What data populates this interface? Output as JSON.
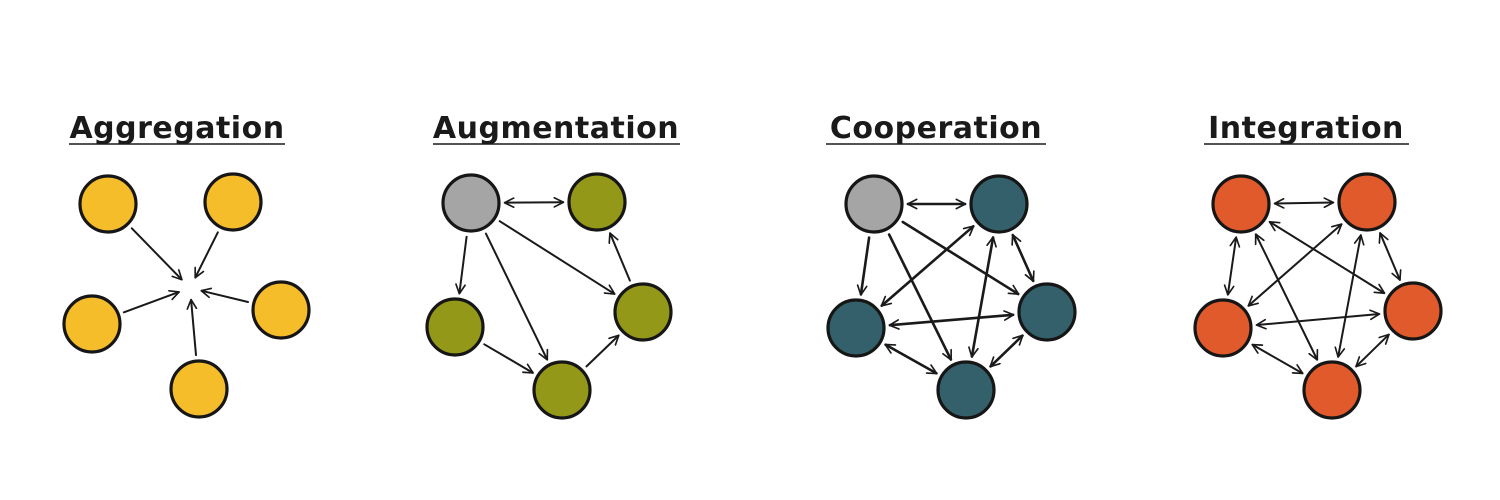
{
  "colors": {
    "ink": "#161616",
    "aggregation_node": "#f6bd2b",
    "augmentation_node": "#939818",
    "cooperation_node": "#33606a",
    "integration_node": "#e05a2b",
    "central_node": "#a5a5a5"
  },
  "panels": [
    {
      "id": "aggregation",
      "title": "Aggregation",
      "node_color": "#f6bd2b",
      "has_central_node": false,
      "hub": true,
      "edges": [
        [
          0,
          "hub"
        ],
        [
          1,
          "hub"
        ],
        [
          2,
          "hub"
        ],
        [
          3,
          "hub"
        ],
        [
          4,
          "hub"
        ]
      ],
      "bidirectional_edges": []
    },
    {
      "id": "augmentation",
      "title": "Augmentation",
      "node_color": "#939818",
      "has_central_node": true,
      "hub": false,
      "edges": [
        [
          0,
          2
        ],
        [
          0,
          3
        ],
        [
          0,
          4
        ],
        [
          2,
          4
        ],
        [
          4,
          3
        ],
        [
          3,
          1
        ]
      ],
      "bidirectional_edges": [
        [
          0,
          1
        ]
      ]
    },
    {
      "id": "cooperation",
      "title": "Cooperation",
      "node_color": "#33606a",
      "has_central_node": true,
      "hub": false,
      "edges": [
        [
          0,
          2
        ],
        [
          0,
          3
        ],
        [
          0,
          4
        ]
      ],
      "bidirectional_edges": [
        [
          0,
          1
        ],
        [
          1,
          2
        ],
        [
          1,
          3
        ],
        [
          1,
          4
        ],
        [
          2,
          3
        ],
        [
          2,
          4
        ],
        [
          3,
          4
        ]
      ]
    },
    {
      "id": "integration",
      "title": "Integration",
      "node_color": "#e05a2b",
      "has_central_node": false,
      "hub": false,
      "edges": [],
      "bidirectional_edges": [
        [
          0,
          1
        ],
        [
          0,
          2
        ],
        [
          0,
          3
        ],
        [
          0,
          4
        ],
        [
          1,
          2
        ],
        [
          1,
          3
        ],
        [
          1,
          4
        ],
        [
          2,
          3
        ],
        [
          2,
          4
        ],
        [
          3,
          4
        ]
      ]
    }
  ]
}
